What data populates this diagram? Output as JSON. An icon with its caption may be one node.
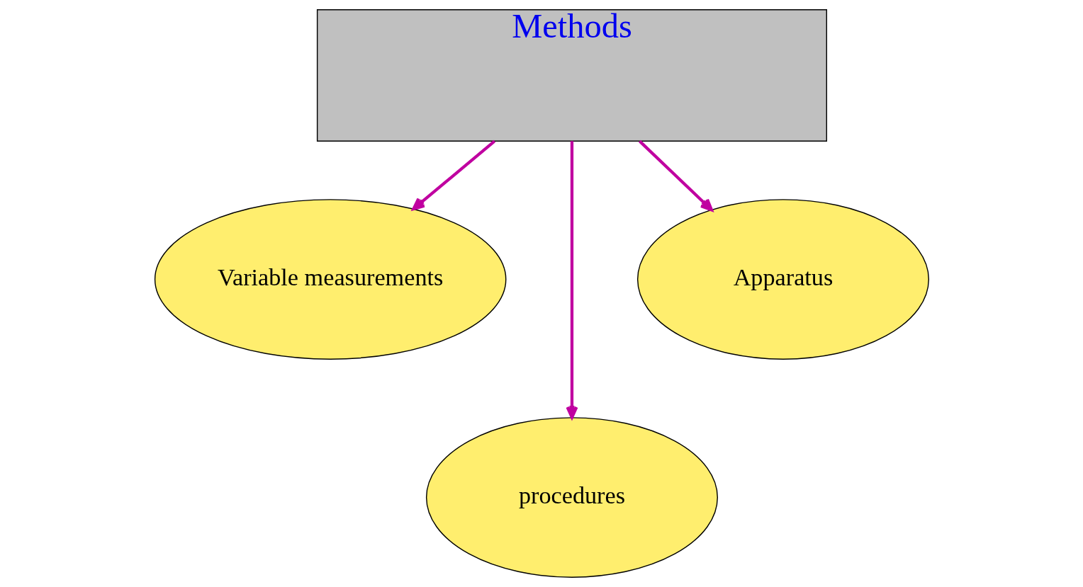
{
  "diagram": {
    "nodes": [
      {
        "text": [
          "Methods"
        ]
      },
      {
        "text": [
          "Variable measurements"
        ]
      },
      {
        "text": [
          "procedures"
        ]
      },
      {
        "text": [
          "Apparatus"
        ]
      }
    ],
    "edges": [
      {
        "from": 0,
        "to": 1,
        "arrow": "to"
      },
      {
        "from": 0,
        "to": 2,
        "arrow": "to"
      },
      {
        "from": 0,
        "to": 3,
        "arrow": "to"
      }
    ]
  }
}
